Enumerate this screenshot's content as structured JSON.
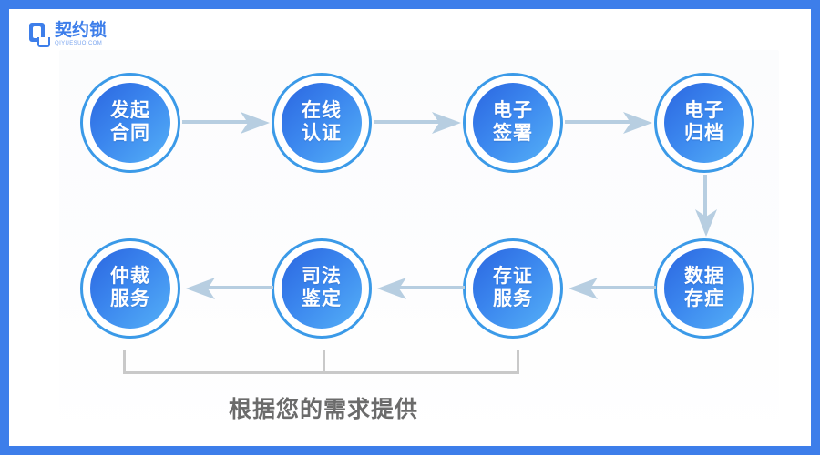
{
  "frame": {
    "border_color": "#3d7eea",
    "page_background": "#ffffff"
  },
  "logo": {
    "name_cn": "契约锁",
    "name_en": "QIYUESUO.COM",
    "color": "#3d7eea"
  },
  "flow": {
    "node_ring_color": "#3b9ae8",
    "node_fill_from": "#2b66e0",
    "node_fill_to": "#55b0f7",
    "arrow_color": "#b7cee1",
    "rows": [
      {
        "direction": "right",
        "nodes": [
          {
            "line1": "发起",
            "line2": "合同"
          },
          {
            "line1": "在线",
            "line2": "认证"
          },
          {
            "line1": "电子",
            "line2": "签署"
          },
          {
            "line1": "电子",
            "line2": "归档"
          }
        ]
      },
      {
        "direction": "left",
        "nodes": [
          {
            "line1": "仲裁",
            "line2": "服务"
          },
          {
            "line1": "司法",
            "line2": "鉴定"
          },
          {
            "line1": "存证",
            "line2": "服务"
          },
          {
            "line1": "数据",
            "line2": "存症"
          }
        ]
      }
    ]
  },
  "bracket": {
    "color": "#c9c9c9",
    "caption": "根据您的需求提供",
    "caption_color": "#6b6b6b"
  }
}
